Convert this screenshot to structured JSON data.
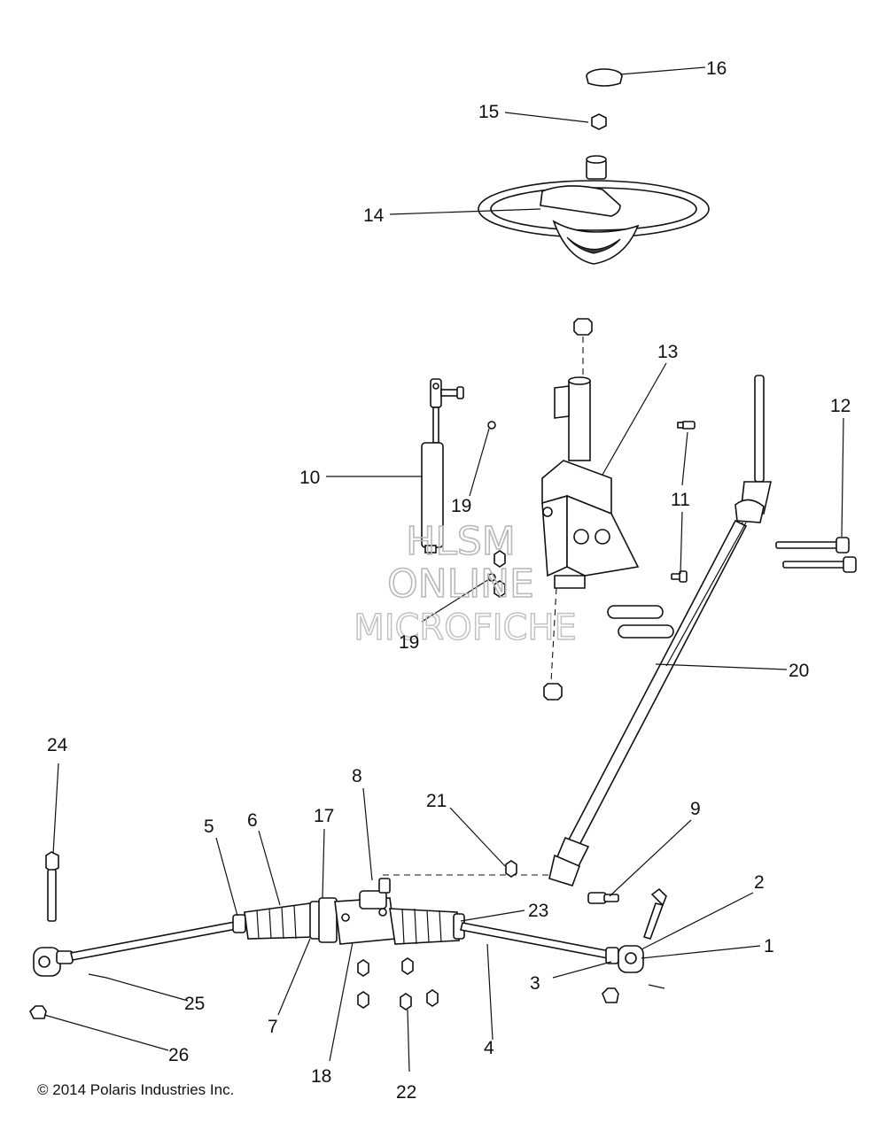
{
  "callouts": {
    "c1": "1",
    "c2": "2",
    "c3": "3",
    "c4": "4",
    "c5": "5",
    "c6": "6",
    "c7": "7",
    "c8": "8",
    "c9": "9",
    "c10": "10",
    "c11": "11",
    "c12": "12",
    "c13": "13",
    "c14": "14",
    "c15": "15",
    "c16": "16",
    "c17": "17",
    "c18": "18",
    "c19a": "19",
    "c19b": "19",
    "c20": "20",
    "c21": "21",
    "c22": "22",
    "c23": "23",
    "c24": "24",
    "c25": "25",
    "c26": "26"
  },
  "watermark": {
    "line1": "HLSM",
    "line2": "ONLINE",
    "line3": "MICROFICHE"
  },
  "footer": {
    "copyright": "© 2014 Polaris Industries Inc."
  }
}
